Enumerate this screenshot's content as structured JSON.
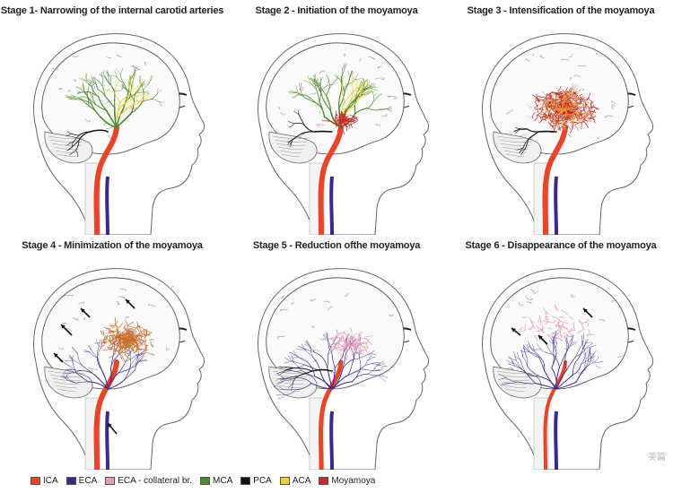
{
  "stages": [
    {
      "title": "Stage 1- Narrowing of the internal carotid arteries"
    },
    {
      "title": "Stage 2 - Initiation of the moyamoya"
    },
    {
      "title": "Stage 3 - Intensification of the moyamoya"
    },
    {
      "title": "Stage 4 - Minimization of the moyamoya"
    },
    {
      "title": "Stage 5 - Reduction ofthe moyamoya"
    },
    {
      "title": "Stage 6 - Disappearance of the moyamoya"
    }
  ],
  "legend": [
    {
      "label": "ICA",
      "color": "#e8452a"
    },
    {
      "label": "ECA",
      "color": "#3a2a8c"
    },
    {
      "label": "ECA - collateral br.",
      "color": "#e89ab8"
    },
    {
      "label": "MCA",
      "color": "#4a8a2a"
    },
    {
      "label": "PCA",
      "color": "#111111"
    },
    {
      "label": "ACA",
      "color": "#e8d040"
    },
    {
      "label": "Moyamoya",
      "color": "#c42a2a"
    }
  ],
  "watermark": "美篇"
}
